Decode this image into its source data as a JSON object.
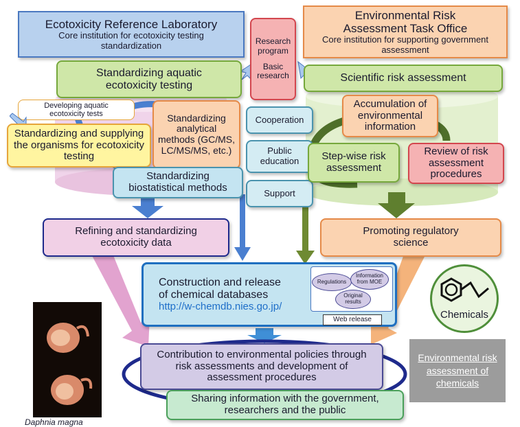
{
  "colors": {
    "blue_box": "#b8d1ee",
    "blue_border": "#4a78c0",
    "orange_box": "#fbd3b1",
    "orange_border": "#e58a48",
    "green_box": "#cfe7a8",
    "green_border": "#76a83c",
    "yellow_box": "#fff5a0",
    "yellow_border": "#e6a53a",
    "red_box": "#f5b2b3",
    "red_border": "#d3464e",
    "teal_box": "#d4ecf3",
    "teal_border": "#4a93ae",
    "pink_box": "#f1d0e6",
    "pink_border": "#7a8ec0",
    "purple_box": "#d3cbe6",
    "purple_border": "#4a4a94",
    "mint_box": "#c7ead0",
    "mint_border": "#4aa05a",
    "url": "#1f6fc9"
  },
  "ecotox_lab": {
    "title": "Ecotoxicity Reference Laboratory",
    "subtitle": "Core institution for ecotoxicity testing standardization"
  },
  "risk_office": {
    "title": "Environmental Risk Assessment Task Office",
    "subtitle": "Core institution for supporting government assessment"
  },
  "research": {
    "line1": "Research program",
    "line2": "Basic research"
  },
  "std_aquatic": "Standardizing aquatic ecotoxicity testing",
  "sci_risk": "Scientific risk assessment",
  "dev_aquatic": "Developing aquatic ecotoxicity tests",
  "std_organisms": "Standardizing and supplying the organisms for ecotoxicity testing",
  "std_analytical": "Standardizing analytical methods (GC/MS, LC/MS/MS, etc.)",
  "cooperation": "Cooperation",
  "public_education": "Public education",
  "support": "Support",
  "accumulation": "Accumulation of environmental information",
  "stepwise": "Step-wise risk assessment",
  "review": "Review of risk assessment procedures",
  "biostat": "Standardizing biostatistical methods",
  "refining": "Refining and standardizing ecotoxicity data",
  "promoting": "Promoting regulatory science",
  "databases": {
    "line1": "Construction and release",
    "line2": "of chemical databases",
    "url": "http://w-chemdb.nies.go.jp/",
    "regulations": "Regulations",
    "moe": "Information from MOE",
    "original": "Original results",
    "web_release": "Web release"
  },
  "chemicals": "Chemicals",
  "contribution": "Contribution to environmental policies through risk assessments and development of assessment procedures",
  "sharing": "Sharing information with the government, researchers and the public",
  "env_risk_photo": "Environmental risk assessment of chemicals",
  "daphnia": "Daphnia magna"
}
